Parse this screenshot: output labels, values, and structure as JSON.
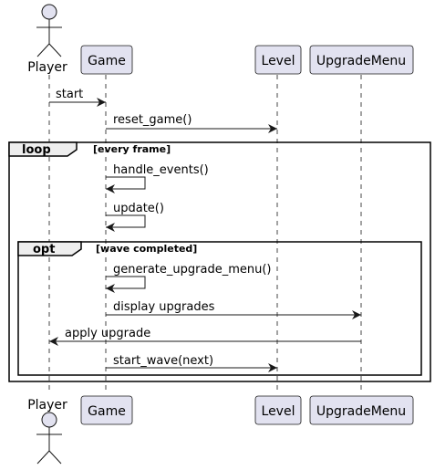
{
  "colors": {
    "participant_fill": "#E2E2F0",
    "participant_stroke": "#181818",
    "frame_tab_fill": "#EEEEEE",
    "line": "#181818"
  },
  "participants": [
    {
      "id": "player",
      "label": "Player",
      "kind": "actor"
    },
    {
      "id": "game",
      "label": "Game",
      "kind": "participant"
    },
    {
      "id": "level",
      "label": "Level",
      "kind": "participant"
    },
    {
      "id": "upgrade",
      "label": "UpgradeMenu",
      "kind": "participant"
    }
  ],
  "messages": [
    {
      "from": "player",
      "to": "game",
      "label": "start"
    },
    {
      "from": "game",
      "to": "level",
      "label": "reset_game()"
    },
    {
      "from": "game",
      "to": "game",
      "label": "handle_events()"
    },
    {
      "from": "game",
      "to": "game",
      "label": "update()"
    },
    {
      "from": "game",
      "to": "game",
      "label": "generate_upgrade_menu()"
    },
    {
      "from": "game",
      "to": "upgrade",
      "label": "display upgrades"
    },
    {
      "from": "upgrade",
      "to": "player",
      "label": "apply upgrade"
    },
    {
      "from": "game",
      "to": "level",
      "label": "start_wave(next)"
    }
  ],
  "fragments": [
    {
      "keyword": "loop",
      "guard": "[every frame]"
    },
    {
      "keyword": "opt",
      "guard": "[wave completed]"
    }
  ]
}
